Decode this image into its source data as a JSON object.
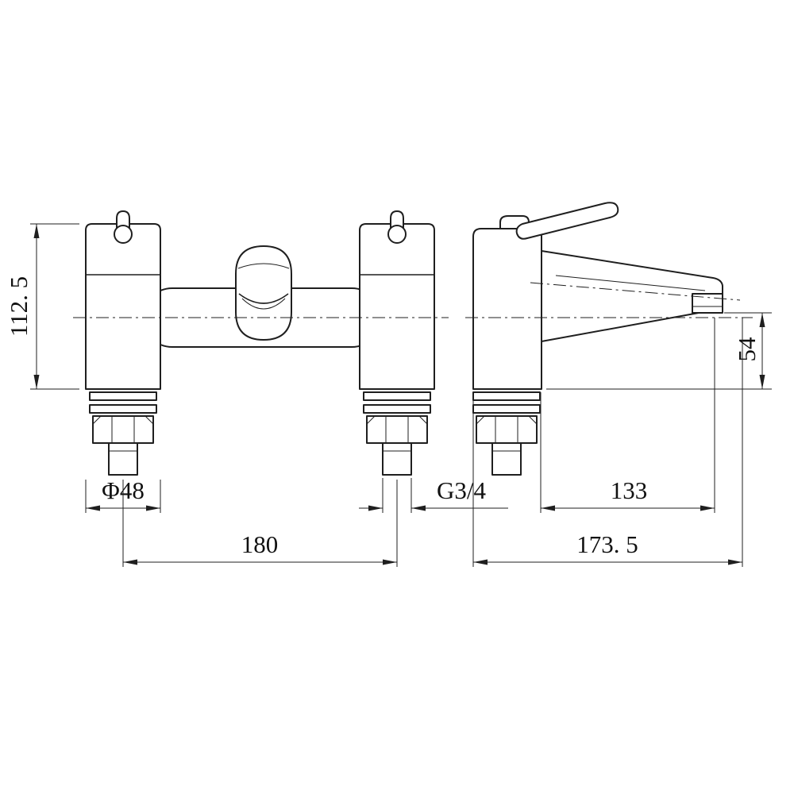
{
  "dimensions": {
    "height": "112. 5",
    "base_diameter": "Φ48",
    "hole_centers": "180",
    "thread": "G3/4",
    "spout_reach": "133",
    "outlet_height": "54",
    "overall_depth": "173. 5"
  }
}
